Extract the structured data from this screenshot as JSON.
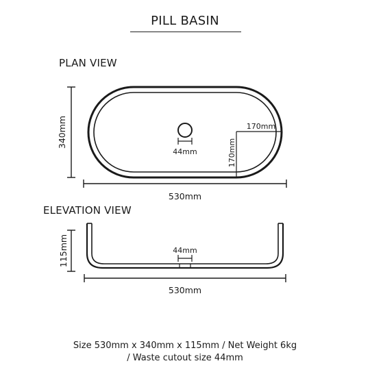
{
  "title": "PILL BASIN",
  "plan": {
    "heading": "PLAN VIEW",
    "width_label": "530mm",
    "depth_label": "340mm",
    "radius_horizontal_label": "170mm",
    "radius_vertical_label": "170mm",
    "waste_label": "44mm"
  },
  "elevation": {
    "heading": "ELEVATION VIEW",
    "width_label": "530mm",
    "height_label": "115mm",
    "waste_label": "44mm"
  },
  "footer": {
    "line1": "Size 530mm x 340mm x 115mm / Net Weight 6kg",
    "line2": "/ Waste cutout size 44mm"
  },
  "colors": {
    "line": "#1a1a1a",
    "background": "#ffffff"
  }
}
